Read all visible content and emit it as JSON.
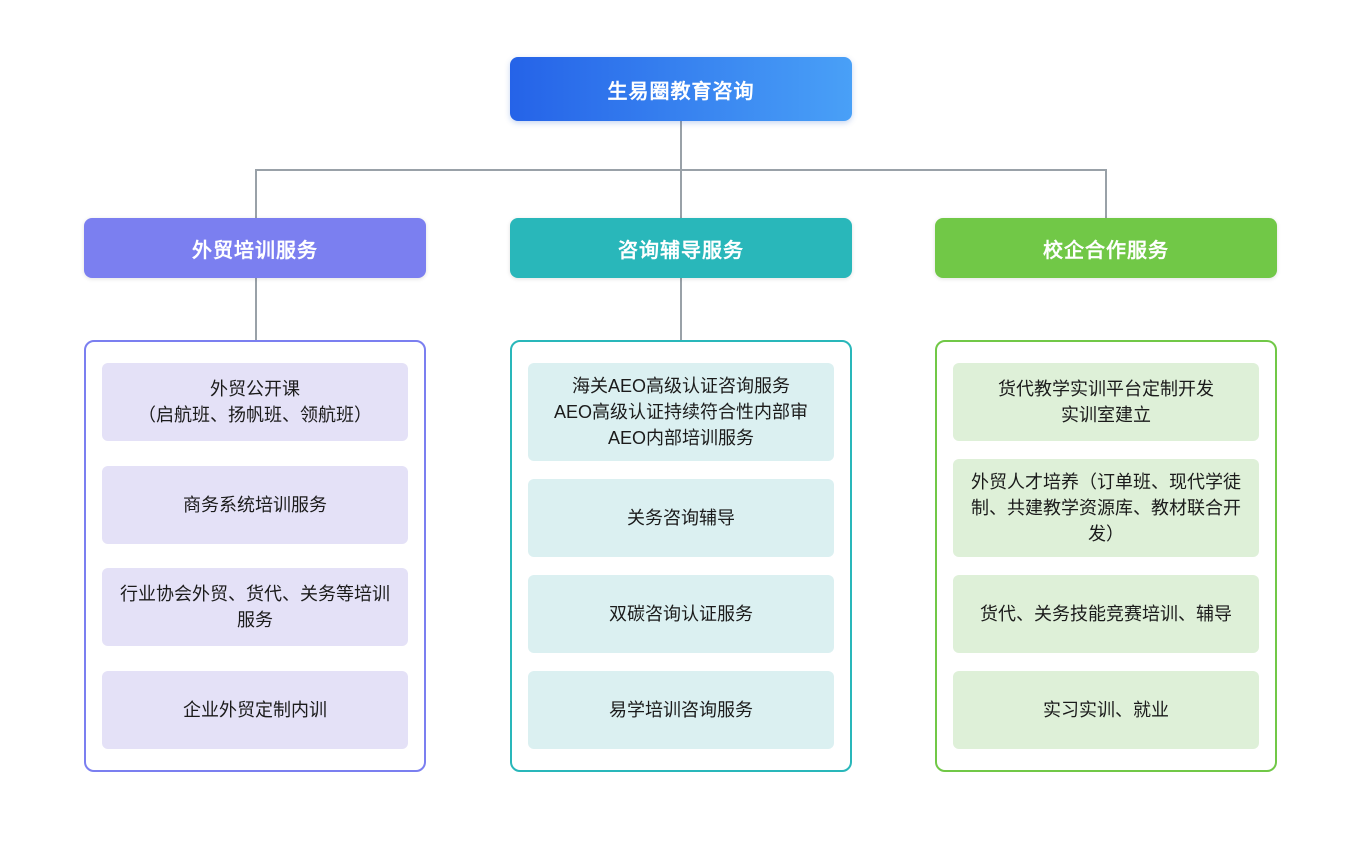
{
  "page": {
    "background": "#ffffff",
    "connector_color": "#99a1a8"
  },
  "root": {
    "label": "生易圈教育咨询",
    "gradient_start": "#2563e8",
    "gradient_end": "#49a0f7",
    "text_color": "#ffffff"
  },
  "branches": [
    {
      "label": "外贸培训服务",
      "color": "#7b7ff0",
      "item_bg": "#e4e1f7",
      "items": [
        {
          "text": "外贸公开课\n（启航班、扬帆班、领航班）"
        },
        {
          "text": "商务系统培训服务"
        },
        {
          "text": "行业协会外贸、货代、关务等培训服务"
        },
        {
          "text": "企业外贸定制内训"
        }
      ]
    },
    {
      "label": "咨询辅导服务",
      "color": "#29b7ba",
      "item_bg": "#dbf0f1",
      "items": [
        {
          "text": "海关AEO高级认证咨询服务\nAEO高级认证持续符合性内部审\nAEO内部培训服务"
        },
        {
          "text": "关务咨询辅导"
        },
        {
          "text": "双碳咨询认证服务"
        },
        {
          "text": "易学培训咨询服务"
        }
      ]
    },
    {
      "label": "校企合作服务",
      "color": "#71c847",
      "item_bg": "#def0d8",
      "items": [
        {
          "text": "货代教学实训平台定制开发\n实训室建立"
        },
        {
          "text": "外贸人才培养（订单班、现代学徒制、共建教学资源库、教材联合开发）"
        },
        {
          "text": "货代、关务技能竞赛培训、辅导"
        },
        {
          "text": "实习实训、就业"
        }
      ]
    }
  ]
}
